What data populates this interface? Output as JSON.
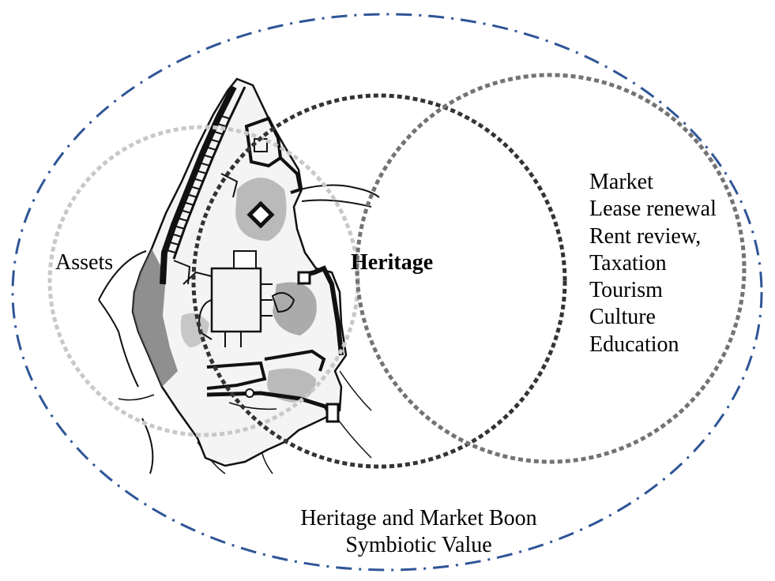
{
  "diagram": {
    "assets_label": "Assets",
    "heritage_label": "Heritage",
    "market_items": [
      "Market",
      "Lease renewal",
      "Rent review,",
      "Taxation",
      "Tourism",
      "Culture",
      "Education"
    ],
    "boon_line1": "Heritage and Market Boon",
    "boon_line2": "Symbiotic Value"
  },
  "colors": {
    "outer_ellipse": "#2f5597",
    "assets_circle": "#c8c8c8",
    "heritage_circle": "#333333",
    "market_circle": "#737373",
    "map_ink": "#111111",
    "map_shade": "#6e6e6e"
  },
  "icons": {
    "map": "fortress-map-sketch"
  }
}
